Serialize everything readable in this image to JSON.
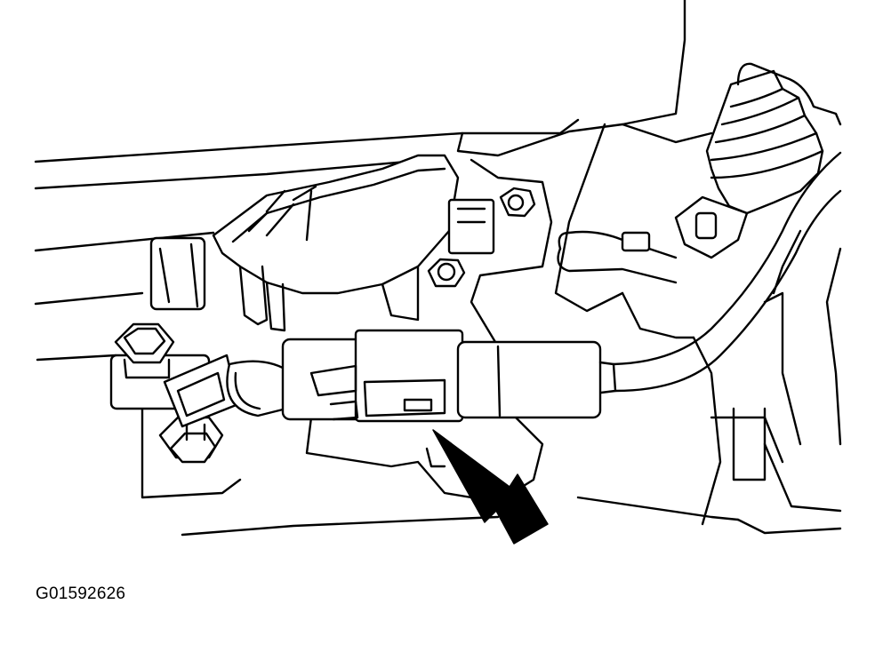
{
  "figure": {
    "id_label": "G01592626",
    "ink_color": "#000000",
    "paper_color": "#ffffff"
  },
  "callouts": [
    {
      "name": "pointer-arrow",
      "points_to": "connector-plug"
    }
  ]
}
